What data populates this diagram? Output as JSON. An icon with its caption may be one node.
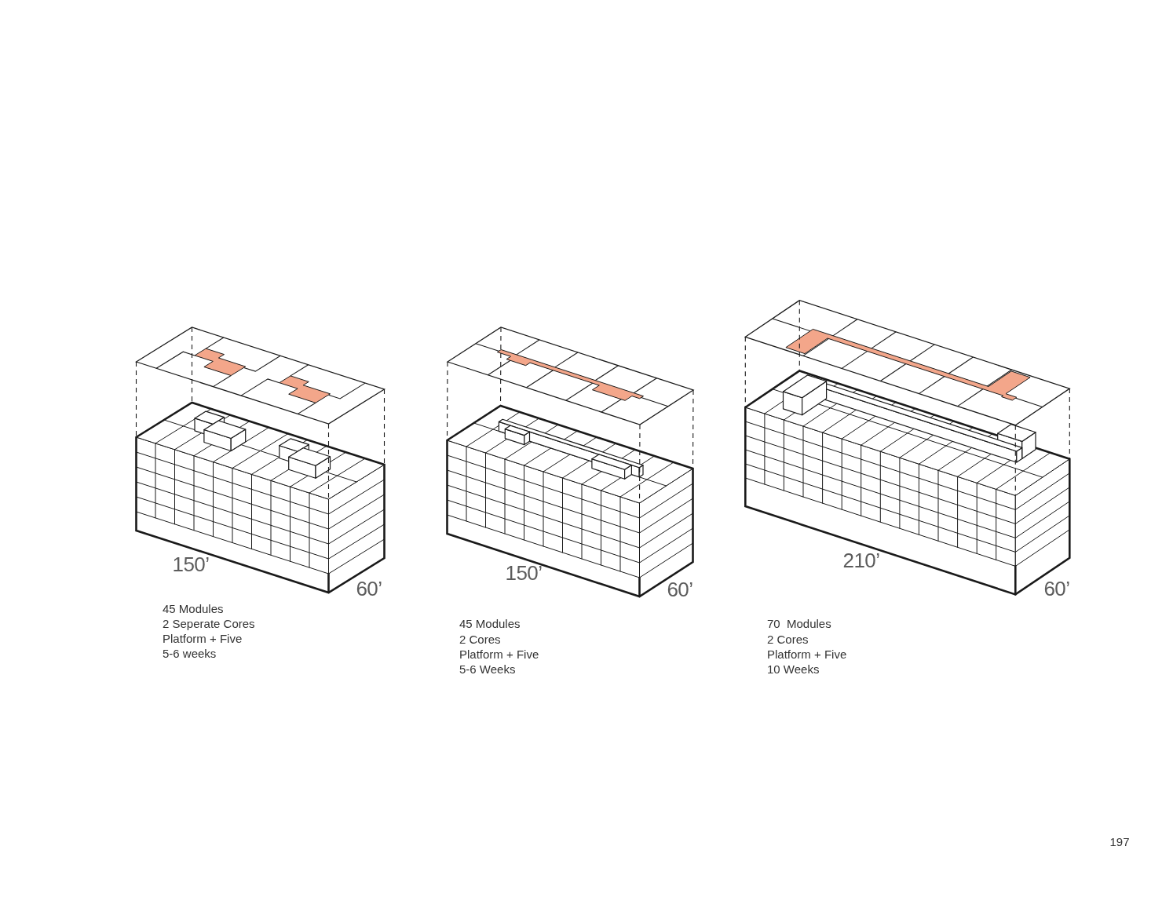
{
  "diagram": {
    "labels": [
      "150’",
      "60’",
      "45 Modules",
      "2 Seperate Cores",
      "Platform + Five",
      "5-6 weeks",
      "150’",
      "60’",
      "45 Modules",
      "2 Cores",
      "Platform + Five",
      "5-6 Weeks",
      "210’",
      "60’",
      "70  Modules",
      "2 Cores",
      "Platform + Five",
      "10 Weeks",
      "197"
    ]
  }
}
